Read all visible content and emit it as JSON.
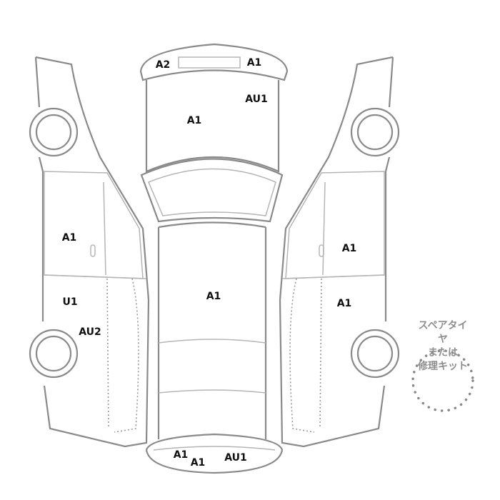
{
  "spare": {
    "line1": "スペアタイヤ",
    "line2": "または",
    "line3": "修理キット"
  },
  "labels": {
    "front_bumper_left": "A2",
    "front_bumper_right": "A1",
    "hood_right": "AU1",
    "hood": "A1",
    "left_front_door": "A1",
    "left_rear_door": "U1",
    "left_rear_fender": "AU2",
    "roof": "A1",
    "right_front_door": "A1",
    "right_rear_door": "A1",
    "rear_bumper_a": "A1",
    "rear_bumper_b": "A1",
    "rear_bumper_c": "AU1"
  },
  "colors": {
    "outline": "#8a8a8a",
    "label": "#111111",
    "spare_text": "#8e8e8e"
  }
}
